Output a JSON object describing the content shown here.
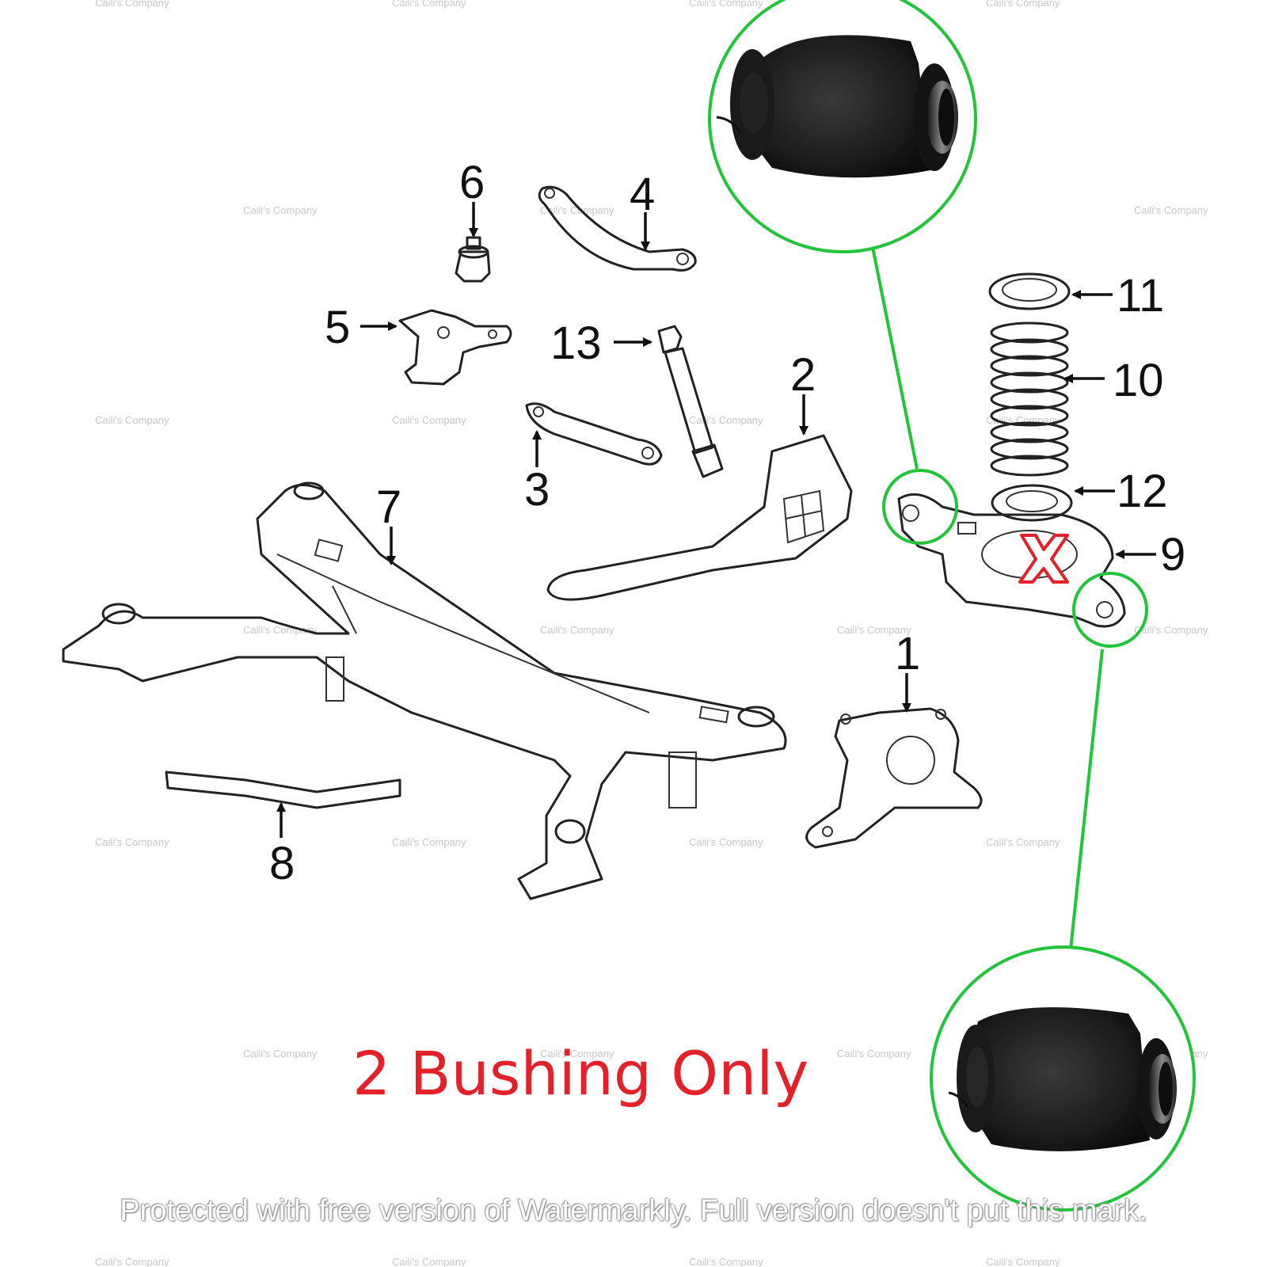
{
  "caption": "2 Bushing Only",
  "protection_notice": "Protected with free version of Watermarkly. Full version doesn't put this mark.",
  "watermark_text": "Caili's Company",
  "part_numbers": [
    "1",
    "2",
    "3",
    "4",
    "5",
    "6",
    "7",
    "8",
    "9",
    "10",
    "11",
    "12",
    "13"
  ],
  "colors": {
    "highlight": "#22c53a",
    "caption": "#e32129",
    "exclude_mark": "#e32129",
    "line": "#222222"
  },
  "icons": {
    "exclude": "x-mark-icon"
  }
}
